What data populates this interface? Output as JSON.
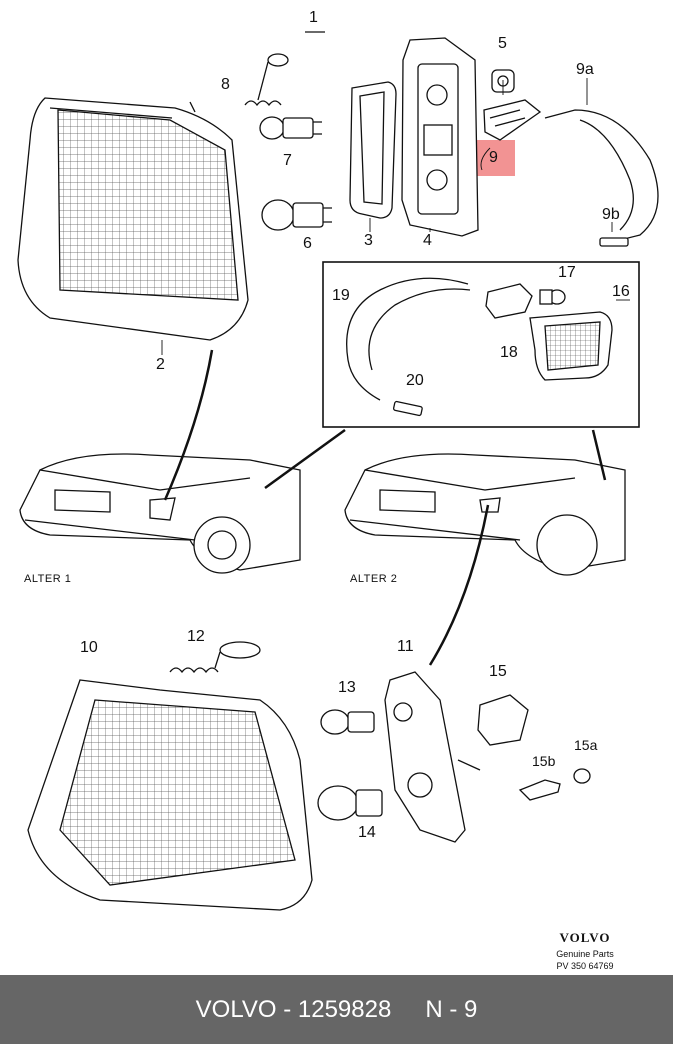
{
  "labels": {
    "l1": "1",
    "l2": "2",
    "l3": "3",
    "l4": "4",
    "l5": "5",
    "l6": "6",
    "l7": "7",
    "l8": "8",
    "l9": "9",
    "l9a": "9a",
    "l9b": "9b",
    "l10": "10",
    "l11": "11",
    "l12": "12",
    "l13": "13",
    "l14": "14",
    "l15": "15",
    "l15a": "15a",
    "l15b": "15b",
    "l16": "16",
    "l17": "17",
    "l18": "18",
    "l19": "19",
    "l20": "20"
  },
  "alter1": "ALTER 1",
  "alter2": "ALTER 2",
  "brand": {
    "logo": "VOLVO",
    "genuine": "Genuine Parts",
    "ref": "PV 350 64769"
  },
  "footer": {
    "make": "VOLVO",
    "sep": " - ",
    "part_number": "1259828",
    "position": "N - 9"
  },
  "highlight_color": "#f08080"
}
